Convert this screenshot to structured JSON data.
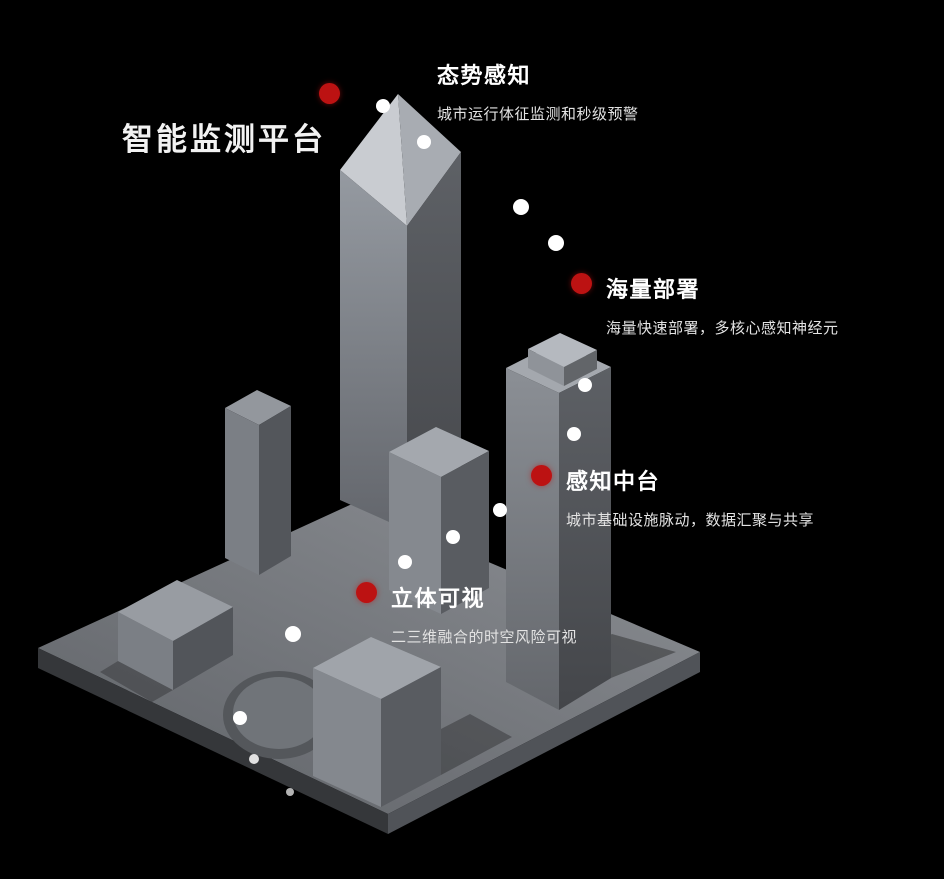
{
  "title": {
    "text": "智能监测平台"
  },
  "features": [
    {
      "heading": "态势感知",
      "subtitle": "城市运行体征监测和秒级预警"
    },
    {
      "heading": "海量部署",
      "subtitle": "海量快速部署，多核心感知神经元"
    },
    {
      "heading": "感知中台",
      "subtitle": "城市基础设施脉动，数据汇聚与共享"
    },
    {
      "heading": "立体可视",
      "subtitle": "二三维融合的时空风险可视"
    }
  ],
  "colors": {
    "background": "#000000",
    "accent_red": "#bc1212",
    "trail_dot": "#ffffff",
    "heading_text": "#ffffff",
    "subtitle_text": "#e3e3e3",
    "building_gray": "#85898f"
  }
}
